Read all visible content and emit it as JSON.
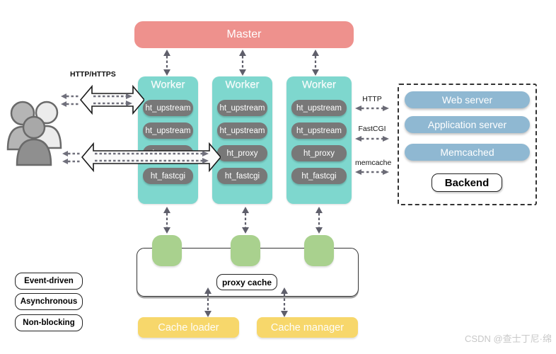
{
  "master": {
    "label": "Master"
  },
  "workers": [
    {
      "label": "Worker",
      "modules": [
        "ht_upstream",
        "ht_upstream",
        "ht_proxy",
        "ht_fastcgi"
      ]
    },
    {
      "label": "Worker",
      "modules": [
        "ht_upstream",
        "ht_upstream",
        "ht_proxy",
        "ht_fastcgi"
      ]
    },
    {
      "label": "Worker",
      "modules": [
        "ht_upstream",
        "ht_upstream",
        "ht_proxy",
        "ht_fastcgi"
      ]
    }
  ],
  "client": {
    "protocol_label": "HTTP/HTTPS",
    "icon": "users-icon"
  },
  "backend": {
    "servers": [
      "Web server",
      "Application server",
      "Memcached"
    ],
    "label": "Backend",
    "protocols": [
      "HTTP",
      "FastCGI",
      "memcache"
    ]
  },
  "cache": {
    "proxy_cache_label": "proxy cache",
    "loader_label": "Cache loader",
    "manager_label": "Cache manager"
  },
  "features": [
    "Event-driven",
    "Asynchronous",
    "Non-blocking"
  ],
  "watermark": "CSDN @查士丁尼·绵",
  "colors": {
    "master": "#ee918d",
    "worker": "#7ed7ce",
    "module": "#787878",
    "backend_pill": "#8fb8d2",
    "cache_square": "#a9d18e",
    "cache_process": "#f7d76b",
    "arrow": "#5f5f6b"
  }
}
